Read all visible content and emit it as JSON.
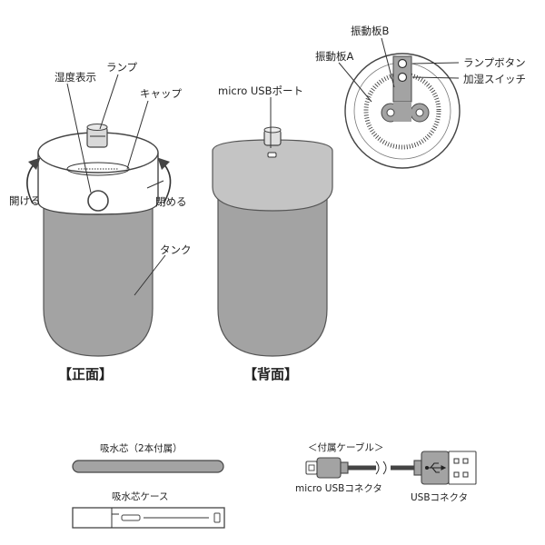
{
  "front_view": {
    "caption": "【正面】",
    "labels": {
      "humidity_display": "湿度表示",
      "lamp": "ランプ",
      "cap": "キャップ",
      "open": "開ける",
      "close": "閉める",
      "tank": "タンク"
    }
  },
  "back_view": {
    "caption": "【背面】",
    "labels": {
      "usb_port": "micro USBポート"
    }
  },
  "top_view": {
    "labels": {
      "vibration_plate_b": "振動板B",
      "vibration_plate_a": "振動板A",
      "lamp_button": "ランプボタン",
      "humidify_switch": "加湿スイッチ"
    }
  },
  "accessories": {
    "wick_label": "吸水芯（2本付属）",
    "wick_case_label": "吸水芯ケース",
    "cable_title": "＜付属ケーブル＞",
    "micro_usb_connector": "micro USBコネクタ",
    "usb_connector": "USBコネクタ"
  }
}
